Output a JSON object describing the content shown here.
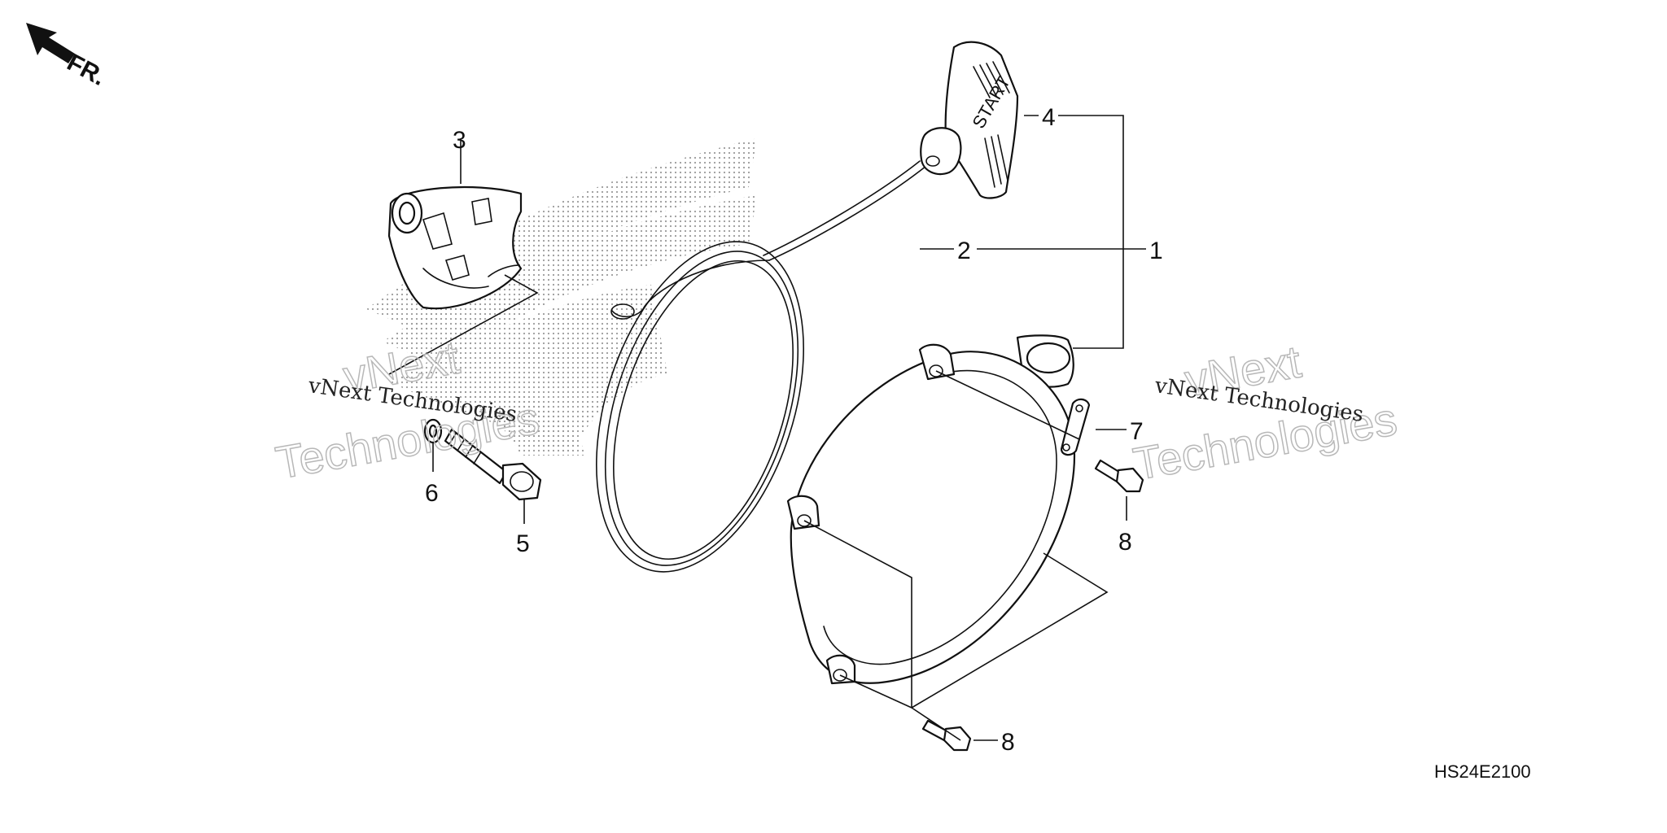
{
  "direction_label": "FR.",
  "handle_text": "START",
  "callouts": [
    {
      "id": "1",
      "label": "1"
    },
    {
      "id": "2",
      "label": "2"
    },
    {
      "id": "3",
      "label": "3"
    },
    {
      "id": "4",
      "label": "4"
    },
    {
      "id": "5",
      "label": "5"
    },
    {
      "id": "6",
      "label": "6"
    },
    {
      "id": "7",
      "label": "7"
    },
    {
      "id": "8a",
      "label": "8"
    },
    {
      "id": "8b",
      "label": "8"
    }
  ],
  "watermarks": [
    {
      "line1": "vNext Technologies",
      "line2a": "vNext",
      "line2b": "Technologies"
    },
    {
      "line1": "vNext Technologies",
      "line2a": "vNext",
      "line2b": "Technologies"
    }
  ],
  "diagram_code": "HS24E2100"
}
